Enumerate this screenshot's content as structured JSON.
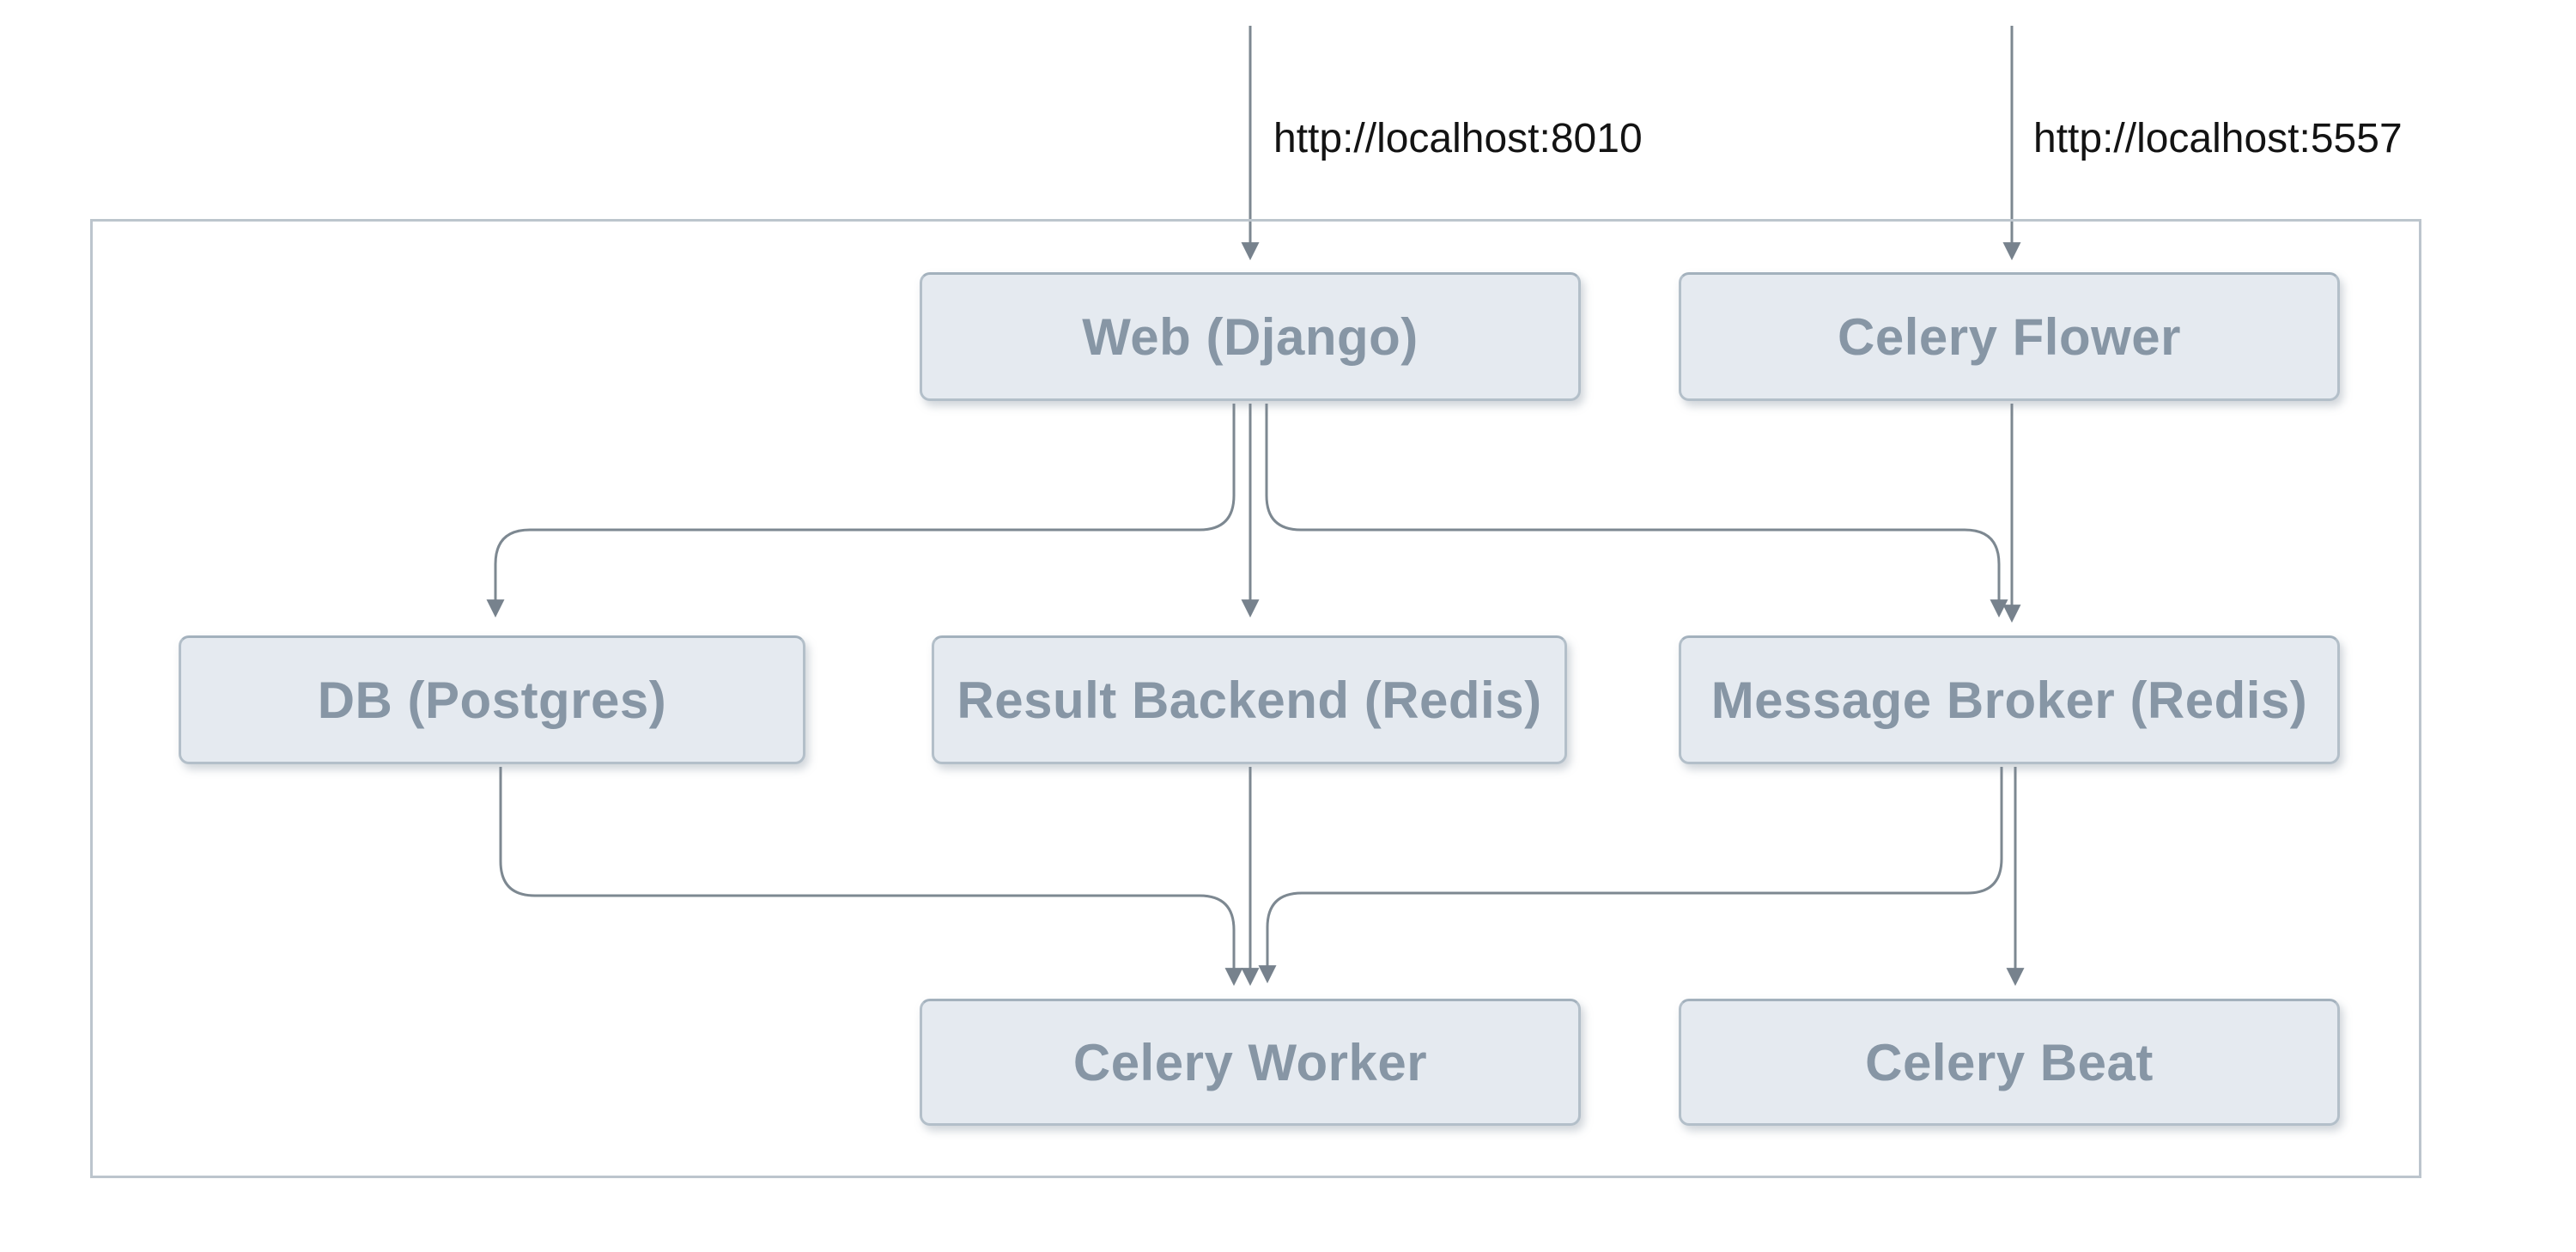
{
  "diagram": {
    "type": "flowchart",
    "direction": "top-down",
    "nodes": {
      "web": {
        "label": "Web (Django)"
      },
      "celery_flower": {
        "label": "Celery Flower"
      },
      "db": {
        "label": "DB (Postgres)"
      },
      "result_backend": {
        "label": "Result Backend (Redis)"
      },
      "message_broker": {
        "label": "Message Broker (Redis)"
      },
      "celery_worker": {
        "label": "Celery Worker"
      },
      "celery_beat": {
        "label": "Celery Beat"
      }
    },
    "external_entry_labels": {
      "web_url": "http://localhost:8010",
      "flower_url": "http://localhost:5557"
    },
    "edges": [
      {
        "from": "external-browser",
        "to": "web",
        "label": "http://localhost:8010"
      },
      {
        "from": "external-browser",
        "to": "celery_flower",
        "label": "http://localhost:5557"
      },
      {
        "from": "web",
        "to": "db",
        "label": ""
      },
      {
        "from": "web",
        "to": "result_backend",
        "label": ""
      },
      {
        "from": "web",
        "to": "message_broker",
        "label": ""
      },
      {
        "from": "celery_flower",
        "to": "message_broker",
        "label": ""
      },
      {
        "from": "db",
        "to": "celery_worker",
        "label": ""
      },
      {
        "from": "result_backend",
        "to": "celery_worker",
        "label": ""
      },
      {
        "from": "message_broker",
        "to": "celery_worker",
        "label": ""
      },
      {
        "from": "message_broker",
        "to": "celery_beat",
        "label": ""
      }
    ],
    "colors": {
      "node_fill": "#e5eaf0",
      "node_border": "#b3bfc9",
      "node_border_top": "#a3b1bd",
      "node_text": "#8796a5",
      "edge_line": "#7d8891",
      "arrowhead": "#77828d",
      "container_border": "#bcc5cd",
      "edge_label_text": "#131313",
      "background": "#ffffff"
    }
  }
}
